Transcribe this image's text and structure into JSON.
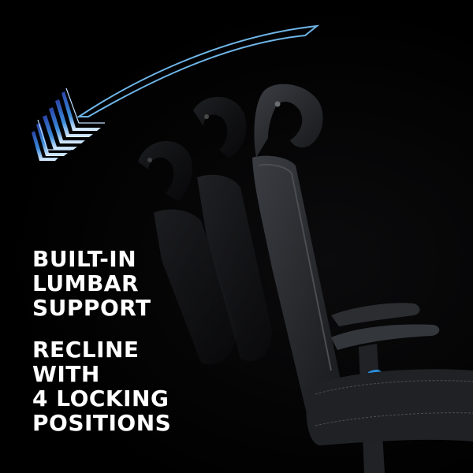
{
  "features": [
    {
      "lines": [
        "BUILT-IN",
        "LUMBAR",
        "SUPPORT"
      ]
    },
    {
      "lines": [
        "RECLINE",
        "WITH",
        "4 LOCKING",
        "POSITIONS"
      ]
    }
  ],
  "graphics": {
    "arrow": "recline-direction-arrow",
    "chair_positions": 3
  },
  "colors": {
    "background": "#000000",
    "text": "#ffffff",
    "arrow_light": "#6fb6e8",
    "arrow_dark": "#2a4fb0",
    "chair": "#2a2c30",
    "accent_button": "#2a8fe0"
  }
}
